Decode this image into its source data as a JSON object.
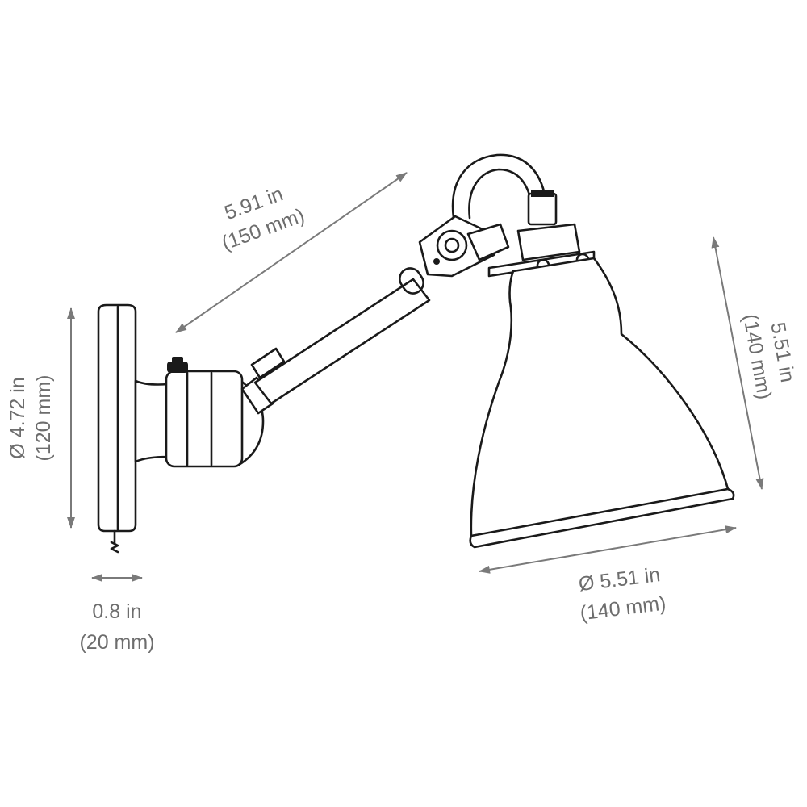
{
  "dimensions": {
    "arm_length": {
      "imperial": "5.91 in",
      "metric": "(150 mm)"
    },
    "shade_height": {
      "imperial": "5.51 in",
      "metric": "(140 mm)"
    },
    "base_diameter": {
      "imperial": "Ø 4.72 in",
      "metric": "(120 mm)"
    },
    "base_depth": {
      "imperial": "0.8 in",
      "metric": "(20 mm)"
    },
    "shade_diameter": {
      "imperial": "Ø 5.51 in",
      "metric": "(140 mm)"
    }
  },
  "colors": {
    "outline": "#1a1a1a",
    "dimension": "#7a7a7a",
    "text": "#6d6d6d",
    "background": "#ffffff"
  }
}
